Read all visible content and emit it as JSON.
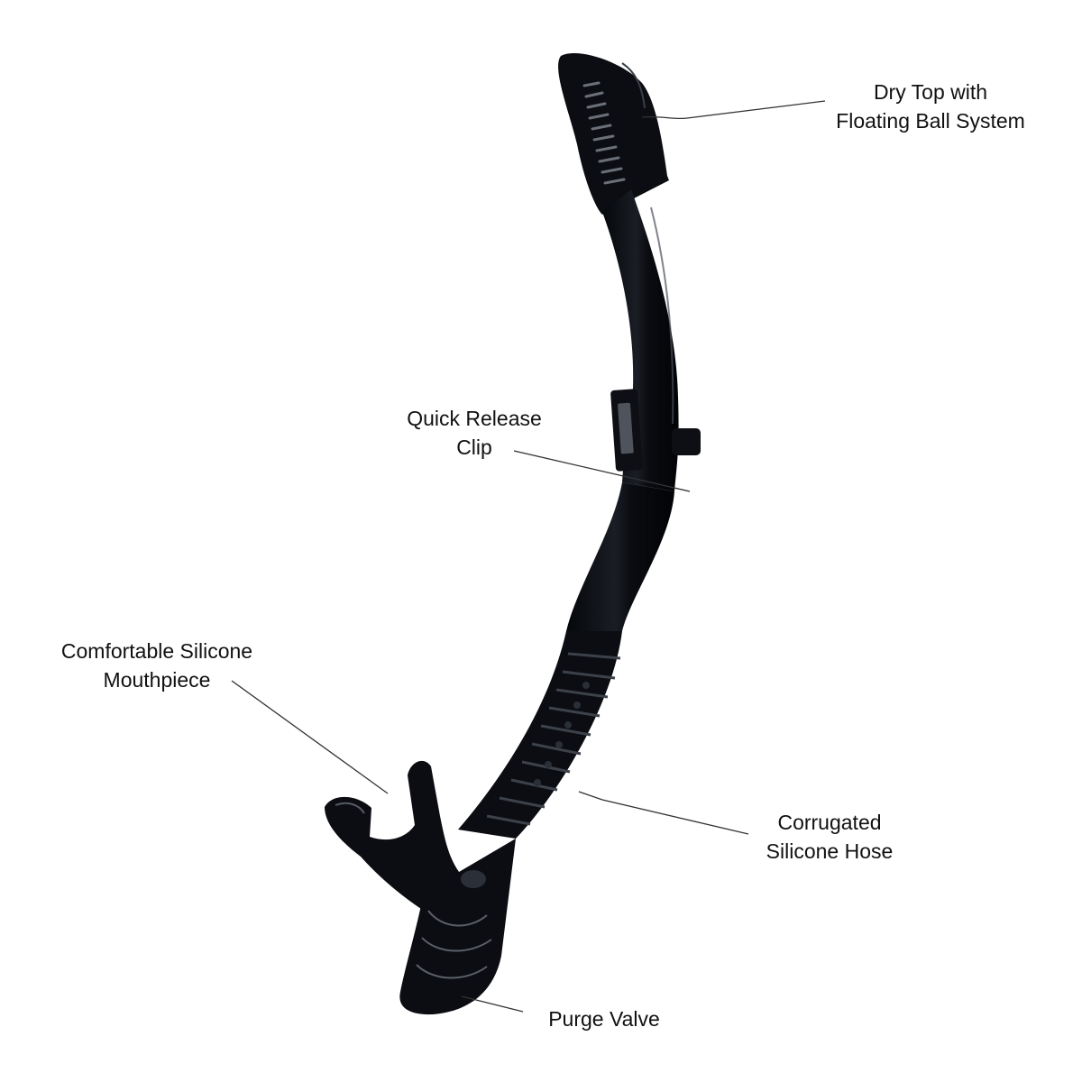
{
  "diagram": {
    "subject": "Dry snorkel",
    "background": "#ffffff",
    "product_color": "#0b0d12",
    "callout_line_color": "#333333",
    "text_color": "#111111"
  },
  "callouts": [
    {
      "id": "dry-top",
      "lines": [
        "Dry Top with",
        "Floating Ball System"
      ]
    },
    {
      "id": "clip",
      "lines": [
        "Quick Release",
        "Clip"
      ]
    },
    {
      "id": "mouthpiece",
      "lines": [
        "Comfortable Silicone",
        "Mouthpiece"
      ]
    },
    {
      "id": "hose",
      "lines": [
        "Corrugated",
        "Silicone Hose"
      ]
    },
    {
      "id": "purge",
      "lines": [
        "Purge Valve"
      ]
    }
  ]
}
